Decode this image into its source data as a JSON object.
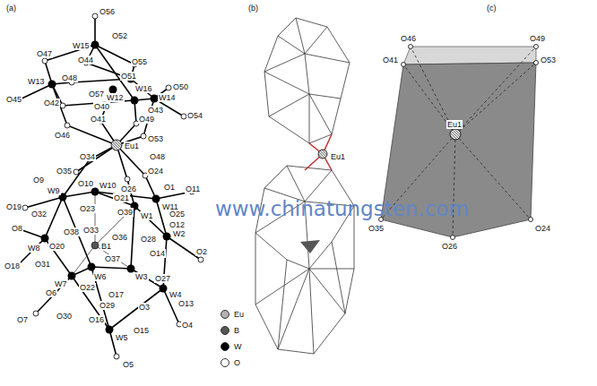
{
  "diagram": {
    "labels": [
      "(a)",
      "O56",
      "O52",
      "O47",
      "W15",
      "O44",
      "O55",
      "O51",
      "W13",
      "O48",
      "W16",
      "O50",
      "W12",
      "O57",
      "O45",
      "O42",
      "O40",
      "O43",
      "W14",
      "O54",
      "O46",
      "O41",
      "O49",
      "O53",
      "Eu1",
      "O34",
      "O48",
      "O35",
      "O24",
      "O9",
      "O10",
      "O26",
      "O1",
      "O11",
      "W9",
      "W10",
      "O21",
      "W11",
      "O19",
      "O32",
      "O23",
      "O39",
      "W1",
      "O25",
      "O12",
      "O8",
      "W8",
      "O20",
      "O38",
      "O33",
      "B1",
      "O36",
      "O28",
      "W2",
      "O2",
      "O18",
      "O31",
      "W6",
      "O37",
      "O14",
      "W3",
      "O27",
      "W7",
      "O22",
      "O17",
      "W4",
      "O13",
      "O6",
      "O29",
      "O3",
      "O4",
      "O7",
      "O30",
      "O16",
      "W5",
      "O15",
      "O5",
      "(b)",
      "Eu1",
      "(c)",
      "O46",
      "O49",
      "O41",
      "O53",
      "Eu1",
      "O35",
      "O26",
      "O24",
      "www.chinatungsten.com"
    ],
    "legend": [
      {
        "text": "Eu",
        "color": "#b0b0b0"
      },
      {
        "text": "B",
        "color": "#555555"
      },
      {
        "text": "W",
        "color": "#000000"
      },
      {
        "text": "O",
        "color": "#ffffff"
      }
    ]
  }
}
